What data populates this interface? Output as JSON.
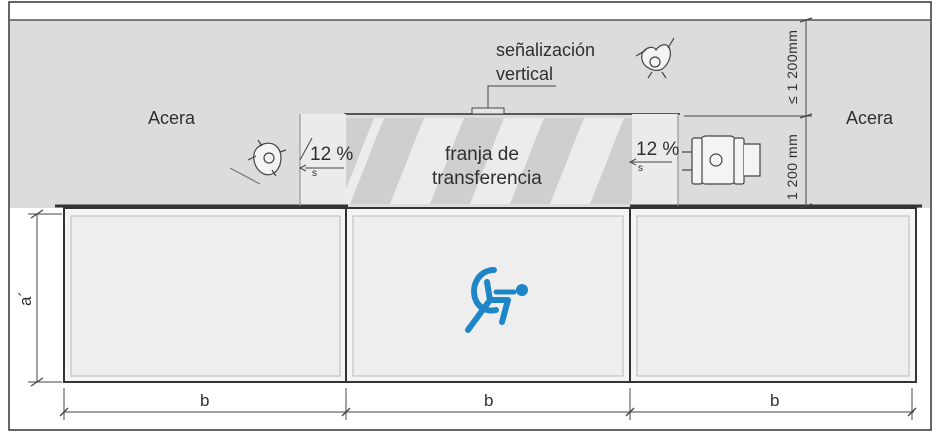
{
  "labels": {
    "acera_left": "Acera",
    "acera_right": "Acera",
    "signal_line1": "señalización",
    "signal_line2": "vertical",
    "strip_line1": "franja de",
    "strip_line2": "transferencia",
    "slope_left": "12 %",
    "slope_right": "12 %",
    "slope_mark_left": "s",
    "slope_mark_right": "s",
    "dim_upper": "≤ 1 200mm",
    "dim_lower": "1 200 mm",
    "dim_a": "a´",
    "dim_b1": "b",
    "dim_b2": "b",
    "dim_b3": "b"
  },
  "icons": {
    "accessibility": "wheelchair-icon",
    "pedestrian_top": "pedestrian-icon",
    "pedestrian_left": "pedestrian-icon",
    "wheelchair_user": "wheelchair-user-icon"
  },
  "colors": {
    "sidewalk": "#dcdcdc",
    "parking": "#eeeeee",
    "stripe": "#cfcfcf",
    "ramp": "#e9e9e9",
    "accent_blue": "#1e86c8",
    "line": "#444444"
  }
}
